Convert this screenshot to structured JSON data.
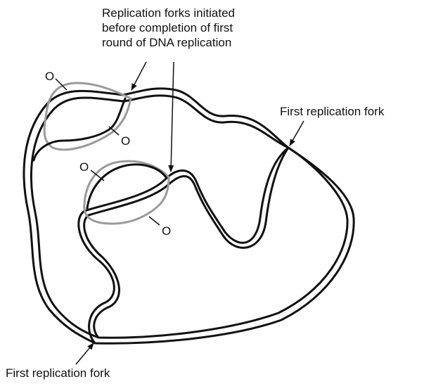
{
  "labels": {
    "forks_initiated": [
      "Replication forks initiated",
      "before completion of first",
      "round of DNA replication"
    ],
    "first_fork_right": "First replication fork",
    "first_fork_bottom": "First replication fork",
    "origin": "O"
  },
  "colors": {
    "strand": "#111111",
    "new_bubble": "#9a9a9a",
    "arrow": "#111111"
  }
}
